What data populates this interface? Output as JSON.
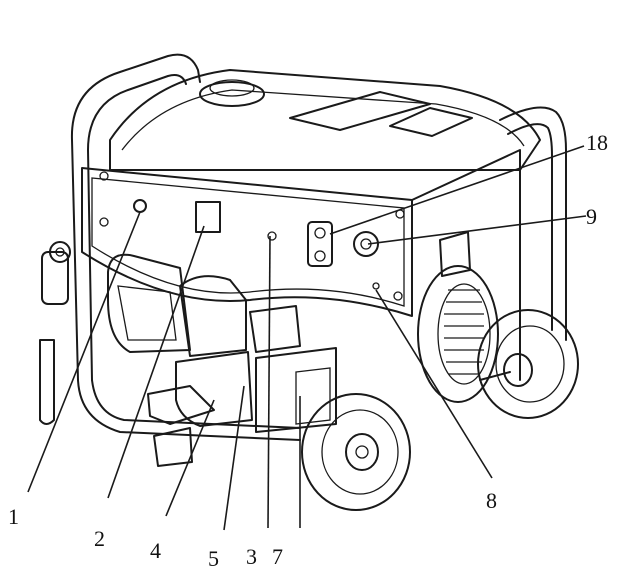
{
  "figure": {
    "subject": "portable generator",
    "callouts": [
      {
        "id": "c1",
        "label": "1"
      },
      {
        "id": "c2",
        "label": "2"
      },
      {
        "id": "c4",
        "label": "4"
      },
      {
        "id": "c5",
        "label": "5"
      },
      {
        "id": "c3",
        "label": "3"
      },
      {
        "id": "c7",
        "label": "7"
      },
      {
        "id": "c8",
        "label": "8"
      },
      {
        "id": "c9",
        "label": "9"
      },
      {
        "id": "c18",
        "label": "18"
      }
    ],
    "line_color": "#1a1a1a",
    "background": "#ffffff"
  }
}
